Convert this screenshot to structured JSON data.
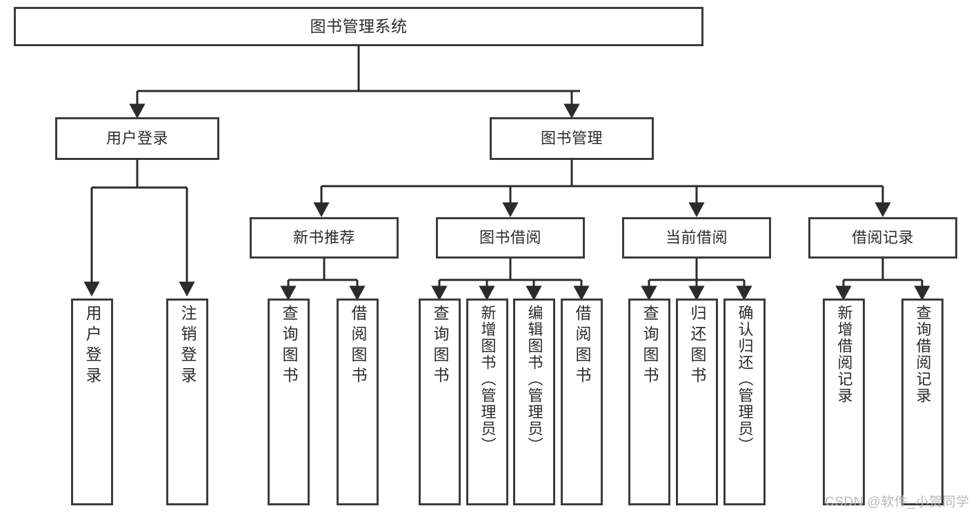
{
  "diagram": {
    "title": "图书管理系统",
    "type": "tree-hierarchy-chart",
    "orientation": "top-down",
    "box_border_color": "#3b3b3b",
    "box_fill_color": "#ffffff",
    "edge_color": "#2b2b2b",
    "background_color": "#ffffff"
  },
  "nodes": {
    "root": {
      "label": "图书管理系统",
      "level": 1
    },
    "level2": [
      {
        "id": "user-login",
        "label": "用户登录"
      },
      {
        "id": "book-manage",
        "label": "图书管理"
      }
    ],
    "level3": [
      {
        "id": "new-book-recommend",
        "label": "新书推荐",
        "parent": "book-manage"
      },
      {
        "id": "book-borrow",
        "label": "图书借阅",
        "parent": "book-manage"
      },
      {
        "id": "current-borrow",
        "label": "当前借阅",
        "parent": "book-manage"
      },
      {
        "id": "borrow-record",
        "label": "借阅记录",
        "parent": "book-manage"
      }
    ],
    "leaves": [
      {
        "id": "leaf-user-login",
        "label": "用户登录",
        "parent": "user-login"
      },
      {
        "id": "leaf-logout-login",
        "label": "注销登录",
        "parent": "user-login"
      },
      {
        "id": "leaf-query-book-1",
        "label": "查询图书",
        "parent": "new-book-recommend"
      },
      {
        "id": "leaf-borrow-book-1",
        "label": "借阅图书",
        "parent": "new-book-recommend"
      },
      {
        "id": "leaf-query-book-2",
        "label": "查询图书",
        "parent": "book-borrow"
      },
      {
        "id": "leaf-add-book",
        "label": "新增图书（管理员）",
        "parent": "book-borrow"
      },
      {
        "id": "leaf-edit-book",
        "label": "编辑图书（管理员）",
        "parent": "book-borrow"
      },
      {
        "id": "leaf-borrow-book-2",
        "label": "借阅图书",
        "parent": "book-borrow"
      },
      {
        "id": "leaf-query-book-3",
        "label": "查询图书",
        "parent": "current-borrow"
      },
      {
        "id": "leaf-return-book",
        "label": "归还图书",
        "parent": "current-borrow"
      },
      {
        "id": "leaf-confirm-return",
        "label": "确认归还（管理员）",
        "parent": "current-borrow"
      },
      {
        "id": "leaf-add-record",
        "label": "新增借阅记录",
        "parent": "borrow-record"
      },
      {
        "id": "leaf-query-record",
        "label": "查询借阅记录",
        "parent": "borrow-record"
      }
    ]
  },
  "watermark": {
    "text": "CSDN @软件_小贺同学"
  }
}
